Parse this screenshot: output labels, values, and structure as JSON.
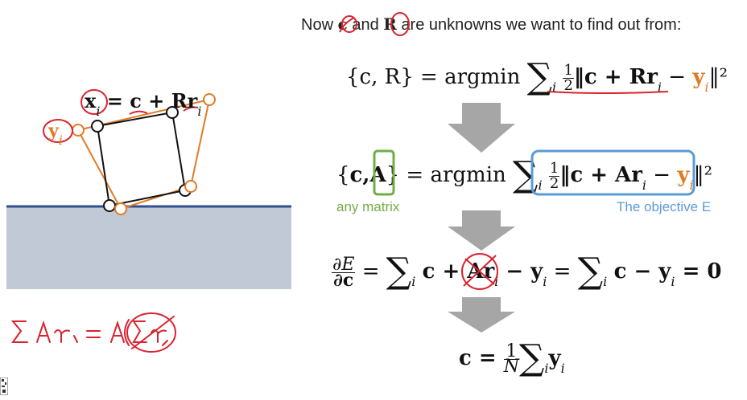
{
  "title": {
    "prefix": "Now ",
    "c": "c",
    "mid": " and ",
    "R": "R",
    "suffix": " are unknowns we want to find out from:"
  },
  "figure": {
    "x_label": "x",
    "x_sub": "i",
    "x_rhs_c": "c",
    "x_rhs_R": "Rr",
    "y_label": "y",
    "y_sub": "i"
  },
  "eq1": {
    "lhs": "{c, R} = argmin",
    "sum_sub": "i",
    "half_num": "1",
    "half_den": "2",
    "term_a": "‖c + Rr",
    "term_sub": "i",
    "minus": " − ",
    "y": "y",
    "y_sub": "i",
    "close": "‖²"
  },
  "eq2": {
    "open": "{",
    "c": "c,",
    "A": "A",
    "rest": "} = argmin",
    "sum_sub": "i",
    "half_num": "1",
    "half_den": "2",
    "term_a": "‖c + Ar",
    "term_sub": "i",
    "minus": " − ",
    "y": "y",
    "y_sub": "i",
    "close": "‖²"
  },
  "label_any_matrix": "any matrix",
  "label_objective": "The objective E",
  "eq3": {
    "num": "∂E",
    "den": "∂c",
    "eq": " = ",
    "sum_sub1": "i",
    "body1": "c + Ar",
    "body1_sub": "i",
    "body1_tail": " − y",
    "body1_tail_sub": "i",
    "eq2": " = ",
    "sum_sub2": "i",
    "body2": "c − y",
    "body2_sub": "i",
    "tail": " = 0"
  },
  "eq4": {
    "lhs": "c = ",
    "num": "1",
    "den": "N",
    "sum_sub": "i",
    "y": "y",
    "y_sub": "i"
  },
  "handwritten_note": "∑ Ar_i = A(∑ r_i)",
  "colors": {
    "red": "#d9232f",
    "orange": "#e07b25",
    "green": "#70ad47",
    "blue": "#5b9bd5",
    "ground": "#c1c9d6",
    "ground_line": "#2f4f8f",
    "arrow": "#a6a6a6"
  }
}
